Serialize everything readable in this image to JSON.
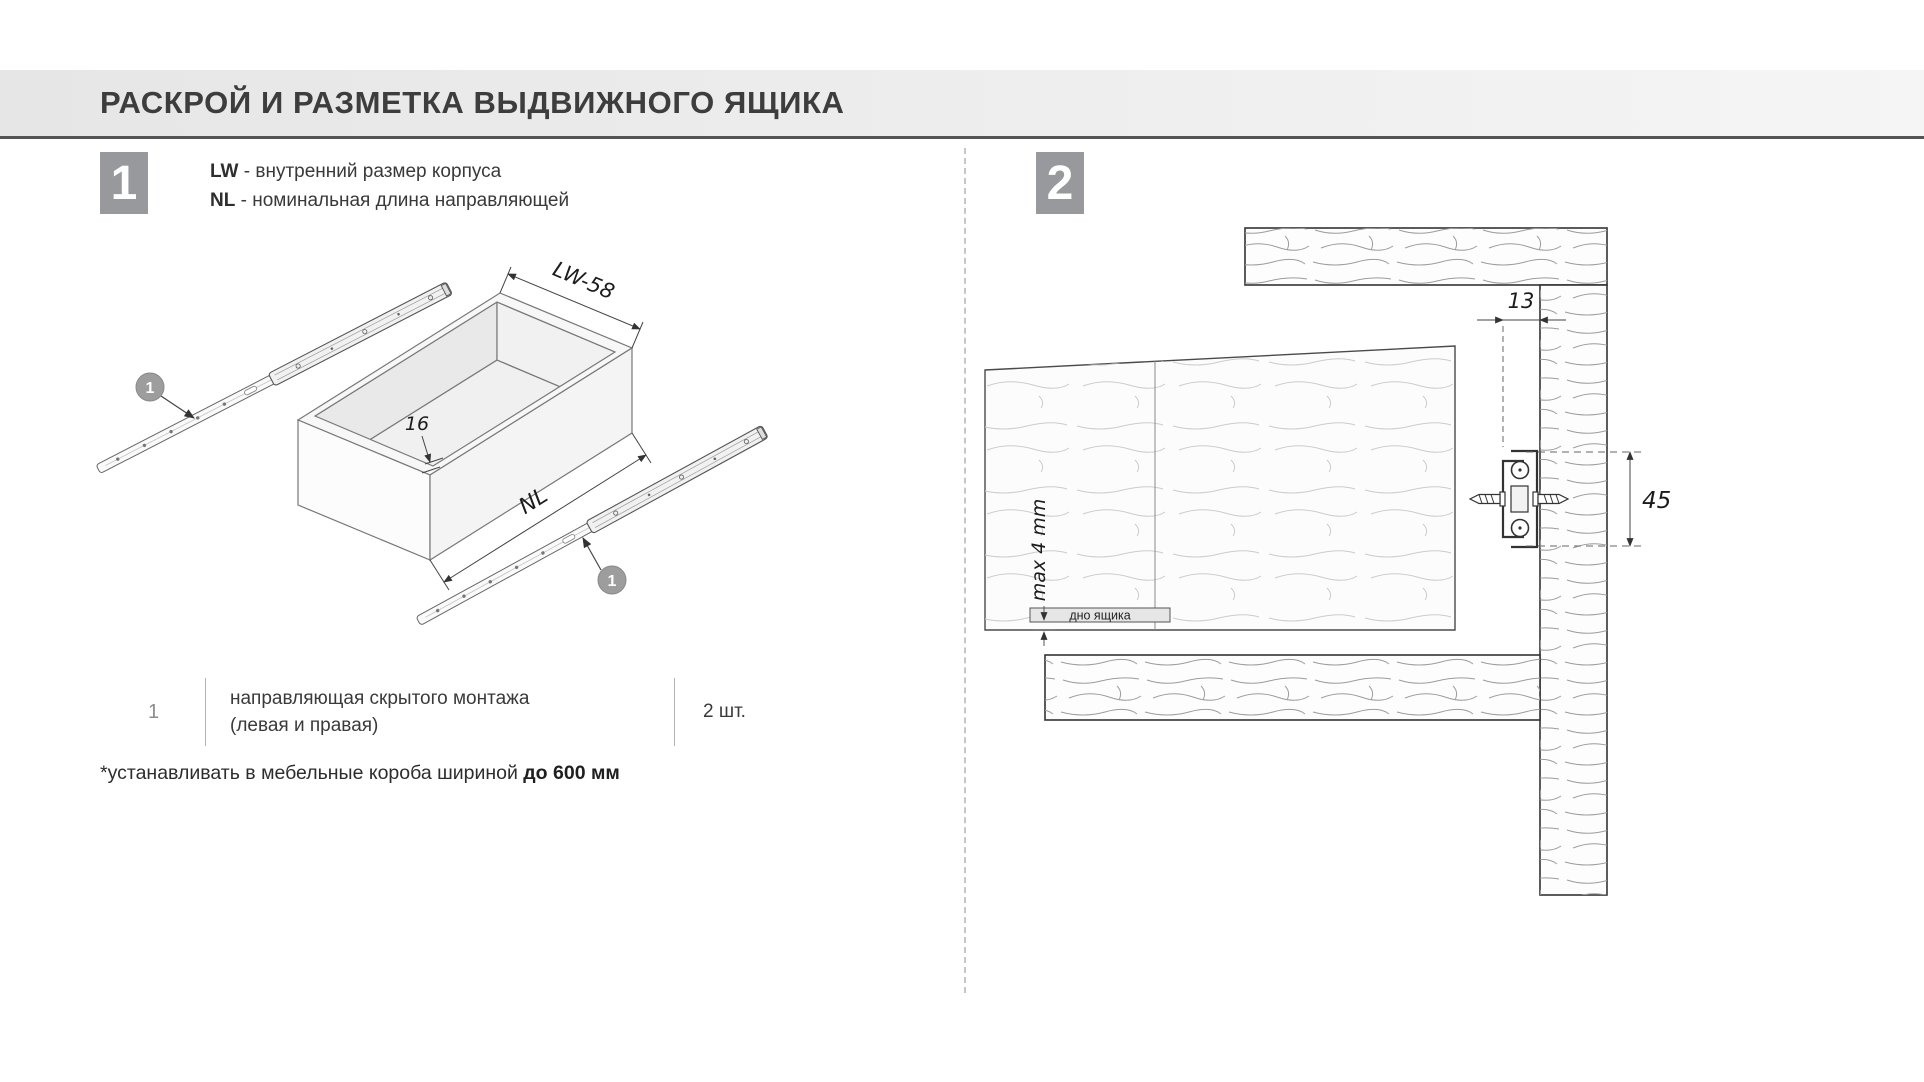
{
  "page": {
    "title": "РАСКРОЙ И РАЗМЕТКА ВЫДВИЖНОГО ЯЩИКА"
  },
  "colors": {
    "plate_bg": "#97999c",
    "marker_bg": "#9d9d9d",
    "header_line": "#545454"
  },
  "section1": {
    "number": "1",
    "legend": [
      {
        "term": "LW",
        "desc": "- внутренний размер корпуса"
      },
      {
        "term": "NL",
        "desc": "- номинальная длина направляющей"
      }
    ],
    "diagram": {
      "dim_width": "LW-58",
      "dim_front": "16",
      "dim_length": "NL",
      "marker_top": "1",
      "marker_bottom": "1"
    },
    "table": {
      "row_index": "1",
      "name_line1": "направляющая скрытого монтажа",
      "name_line2": "(левая и правая)",
      "qty": "2 шт."
    },
    "footnote": {
      "normal": "*устанавливать в мебельные короба шириной ",
      "bold": "до 600 мм"
    }
  },
  "section2": {
    "number": "2",
    "diagram": {
      "dim_gap": "13",
      "dim_height": "45",
      "dim_bottom_clearance": "max 4 mm",
      "label_drawer_bottom": "дно ящика"
    }
  }
}
